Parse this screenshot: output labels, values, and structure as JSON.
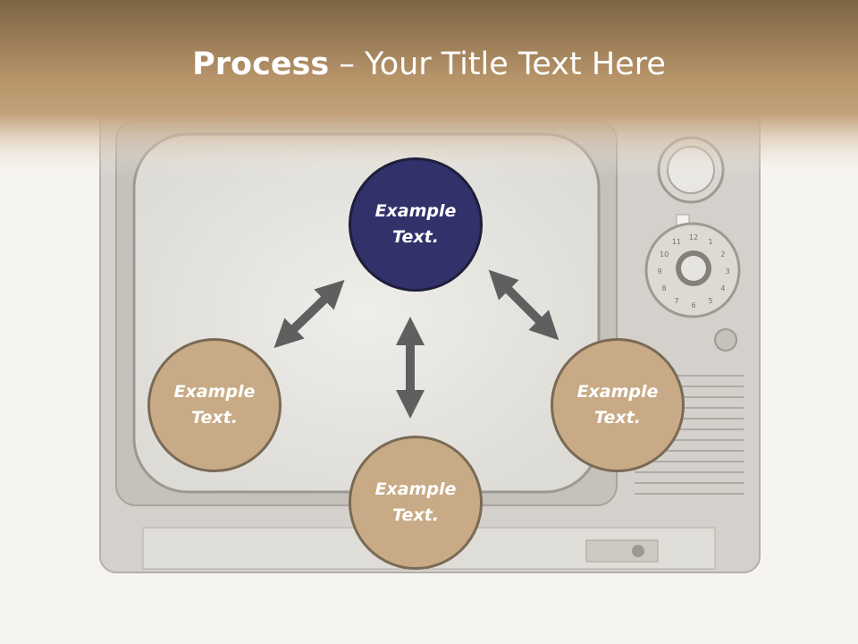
{
  "title": {
    "bold": "Process",
    "rest": " – Your Title Text Here"
  },
  "nodes": {
    "top": {
      "line1": "Example",
      "line2": "Text."
    },
    "left": {
      "line1": "Example",
      "line2": "Text."
    },
    "bottom": {
      "line1": "Example",
      "line2": "Text."
    },
    "right": {
      "line1": "Example",
      "line2": "Text."
    }
  },
  "tv_dial_numbers": [
    "12",
    "1",
    "2",
    "3",
    "4",
    "5",
    "6",
    "7",
    "8",
    "9",
    "10",
    "11"
  ],
  "colors": {
    "header_top": "#7c6444",
    "header_bottom": "#b8956a",
    "primary_node": "#32316a",
    "secondary_node": "#c8ab86",
    "arrow": "#5f5f5f"
  }
}
